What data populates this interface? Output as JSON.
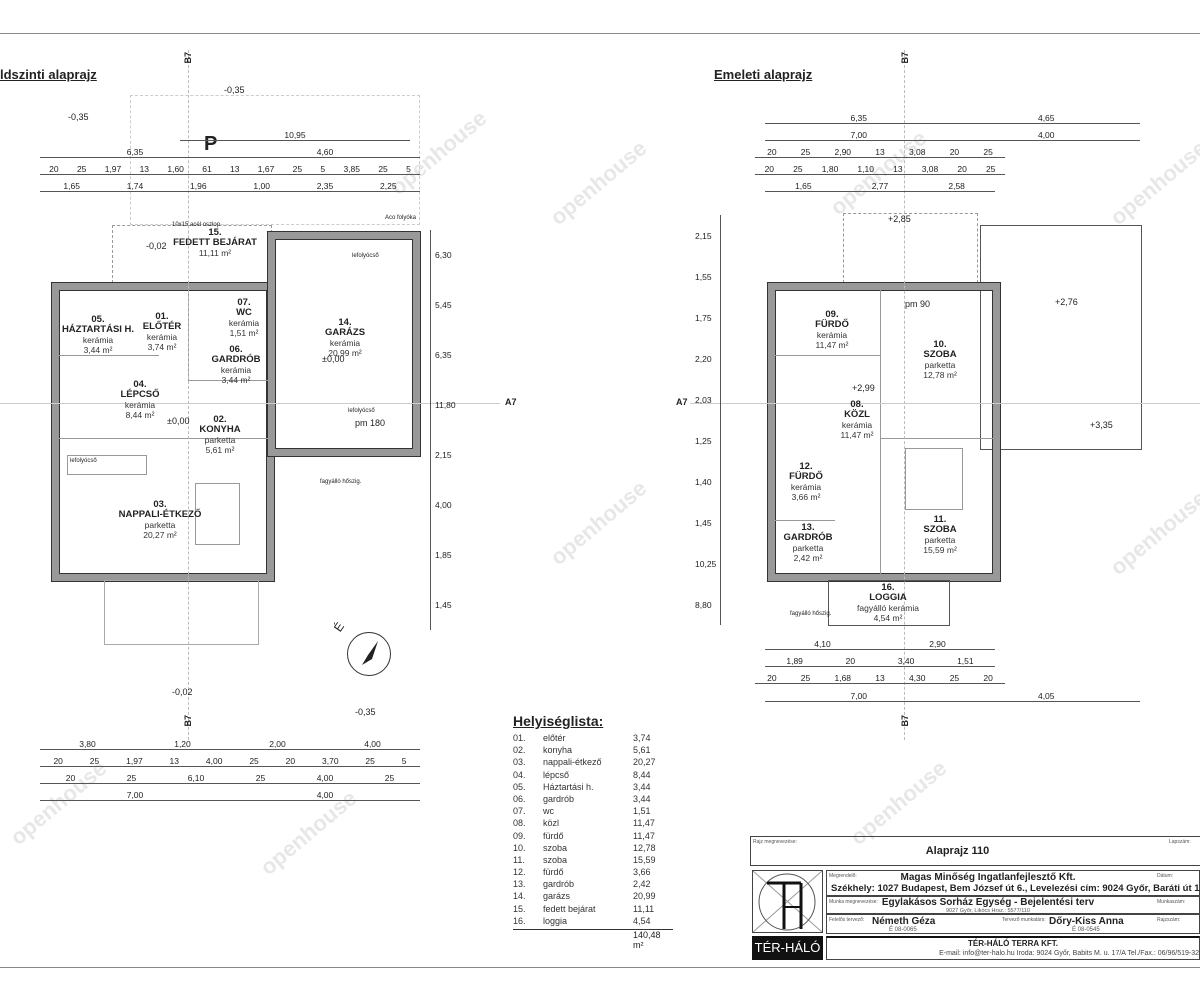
{
  "headings": {
    "ground": "ldszinti alaprajz",
    "upper": "Emeleti alaprajz"
  },
  "axis_labels": {
    "b7": "B7",
    "a7": "A7"
  },
  "parking_label": "P",
  "ground_rooms": [
    {
      "num": "15.",
      "name": "FEDETT BEJÁRAT",
      "floor": "",
      "area": "11,11 m²"
    },
    {
      "num": "05.",
      "name": "HÁZTARTÁSI H.",
      "floor": "kerámia",
      "area": "3,44 m²"
    },
    {
      "num": "01.",
      "name": "ELŐTÉR",
      "floor": "kerámia",
      "area": "3,74 m²"
    },
    {
      "num": "07.",
      "name": "WC",
      "floor": "kerámia",
      "area": "1,51 m²"
    },
    {
      "num": "14.",
      "name": "GARÁZS",
      "floor": "kerámia",
      "area": "20,99 m²"
    },
    {
      "num": "06.",
      "name": "GARDRÓB",
      "floor": "kerámia",
      "area": "3,44 m²"
    },
    {
      "num": "04.",
      "name": "LÉPCSŐ",
      "floor": "kerámia",
      "area": "8,44 m²"
    },
    {
      "num": "02.",
      "name": "KONYHA",
      "floor": "parketta",
      "area": "5,61 m²"
    },
    {
      "num": "03.",
      "name": "NAPPALI-ÉTKEZŐ",
      "floor": "parketta",
      "area": "20,27 m²"
    }
  ],
  "upper_rooms": [
    {
      "num": "09.",
      "name": "FÜRDŐ",
      "floor": "kerámia",
      "area": "11,47 m²"
    },
    {
      "num": "10.",
      "name": "SZOBA",
      "floor": "parketta",
      "area": "12,78 m²"
    },
    {
      "num": "08.",
      "name": "KÖZL",
      "floor": "kerámia",
      "area": "11,47 m²"
    },
    {
      "num": "12.",
      "name": "FÜRDŐ",
      "floor": "kerámia",
      "area": "3,66 m²"
    },
    {
      "num": "11.",
      "name": "SZOBA",
      "floor": "parketta",
      "area": "15,59 m²"
    },
    {
      "num": "13.",
      "name": "GARDRÓB",
      "floor": "parketta",
      "area": "2,42 m²"
    },
    {
      "num": "16.",
      "name": "LOGGIA",
      "floor": "fagyálló kerámia",
      "area": "4,54 m²"
    }
  ],
  "levels": {
    "g1": "-0,35",
    "g2": "-0,35",
    "g3": "-0,02",
    "g4": "±0,00",
    "g5": "±0,00",
    "g6": "-0,02",
    "g7": "-0,35",
    "u1": "+2,85",
    "u2": "+2,76",
    "u3": "+2,99",
    "u4": "+3,35"
  },
  "notes": {
    "column": "10x15 acél oszlop",
    "drain1": "lefolyócső",
    "drain2": "lefolyócső",
    "drain3": "lefolyócső",
    "aco": "Aco folyóka",
    "tile1": "fagyálló hőszig.",
    "tile2": "fagyálló hőszig.",
    "pm180": "pm 180",
    "pm90": "pm 90"
  },
  "dims": {
    "g_top": [
      [
        "10,95"
      ],
      [
        "6,35",
        "4,60"
      ],
      [
        "20",
        "25",
        "1,97",
        "13",
        "1,60",
        "61",
        "13",
        "1,67",
        "25",
        "5",
        "3,85",
        "25",
        "5"
      ],
      [
        "1,65",
        "1,74",
        "1,96",
        "1,00",
        "2,35",
        "2,25"
      ]
    ],
    "g_bottom": [
      [
        "3,80",
        "1,20",
        "2,00",
        "4,00"
      ],
      [
        "20",
        "25",
        "1,97",
        "13",
        "4,00",
        "25",
        "20",
        "3,70",
        "25",
        "5"
      ],
      [
        "20",
        "25",
        "6,10",
        "25",
        "4,00",
        "25"
      ],
      [
        "7,00",
        "4,00"
      ]
    ],
    "g_right": [
      "6,30",
      "5,45",
      "6,35",
      "11,80",
      "2,15",
      "4,00",
      "1,85",
      "1,45"
    ],
    "u_top": [
      [
        "6,35",
        "4,65"
      ],
      [
        "7,00",
        "4,00"
      ],
      [
        "20",
        "25",
        "2,90",
        "13",
        "3,08",
        "20",
        "25"
      ],
      [
        "20",
        "25",
        "1,80",
        "1,10",
        "13",
        "3,08",
        "20",
        "25"
      ],
      [
        "1,65",
        "2,77",
        "2,58"
      ]
    ],
    "u_bottom": [
      [
        "4,10",
        "2,90"
      ],
      [
        "1,89",
        "20",
        "3,40",
        "1,51"
      ],
      [
        "20",
        "25",
        "1,68",
        "13",
        "4,30",
        "25",
        "20"
      ],
      [
        "7,00",
        "4,05"
      ]
    ],
    "u_left": [
      "2,15",
      "1,55",
      "1,75",
      "2,20",
      "2,03",
      "1,25",
      "1,40",
      "1,45",
      "10,25",
      "8,80"
    ]
  },
  "room_list": {
    "title": "Helyiséglista:",
    "rows": [
      [
        "01.",
        "előtér",
        "3,74"
      ],
      [
        "02.",
        "konyha",
        "5,61"
      ],
      [
        "03.",
        "nappali-étkező",
        "20,27"
      ],
      [
        "04.",
        "lépcső",
        "8,44"
      ],
      [
        "05.",
        "Háztartási h.",
        "3,44"
      ],
      [
        "06.",
        "gardrób",
        "3,44"
      ],
      [
        "07.",
        "wc",
        "1,51"
      ],
      [
        "08.",
        "közl",
        "11,47"
      ],
      [
        "09.",
        "fürdő",
        "11,47"
      ],
      [
        "10.",
        "szoba",
        "12,78"
      ],
      [
        "11.",
        "szoba",
        "15,59"
      ],
      [
        "12.",
        "fürdő",
        "3,66"
      ],
      [
        "13.",
        "gardrób",
        "2,42"
      ],
      [
        "14.",
        "garázs",
        "20,99"
      ],
      [
        "15.",
        "fedett bejárat",
        "11,11"
      ],
      [
        "16.",
        "loggia",
        "4,54"
      ]
    ],
    "total": "140,48 m²"
  },
  "title_block": {
    "drawing_label": "Rajz megnevezése:",
    "drawing_name": "Alaprajz 110",
    "sheet_label": "Lapszám:",
    "client_label": "Megrendelő:",
    "client": "Magas Minőség Ingatlanfejlesztő Kft.",
    "client_addr": "Székhely: 1027 Budapest, Bem József út 6., Levelezési cím: 9024 Győr, Baráti út 1.",
    "date_label": "Dátum:",
    "project_label": "Munka megnevezése:",
    "project": "Egylakásos Sorház Egység - Bejelentési terv",
    "project_addr": "9027 Győr, Likócs Hrsz.: 5577/110",
    "jobno_label": "Munkaszám:",
    "lead_label": "Felelős tervező:",
    "lead": "Németh Géza",
    "lead_id": "É 08-0065",
    "coop_label": "Tervező munkatárs:",
    "coop": "Dőry-Kiss Anna",
    "coop_id": "É 08-0545",
    "drawno_label": "Rajzszám:",
    "firm": "TÉR-HÁLÓ TERRA KFT.",
    "contact": "E-mail: info@ter-halo.hu Iroda: 9024 Győr, Babits M. u. 17/A Tel./Fax.: 06/96/519-32",
    "logo_text": "TÉR-HÁLÓ"
  },
  "watermark": "openhouse",
  "north_label": "É"
}
